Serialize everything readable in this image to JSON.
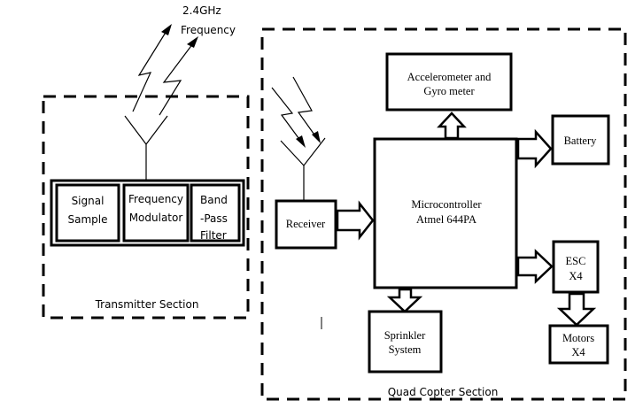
{
  "transmitter": {
    "section_label": "Transmitter Section",
    "frequency_line1": "2.4GHz",
    "frequency_line2": "Frequency",
    "blocks": [
      {
        "lines": [
          "Signal",
          "Sample"
        ]
      },
      {
        "lines": [
          "Frequency",
          "Modulator"
        ]
      },
      {
        "lines": [
          "Band",
          "-Pass",
          "Filter"
        ]
      }
    ]
  },
  "quadcopter": {
    "section_label": "Quad Copter Section",
    "receiver": "Receiver",
    "microcontroller": {
      "line1": "Microcontroller",
      "line2": "Atmel 644PA"
    },
    "accelerometer": {
      "line1": "Accelerometer and",
      "line2": "Gyro meter"
    },
    "battery": "Battery",
    "esc": {
      "line1": "ESC",
      "line2": "X4"
    },
    "motors": {
      "line1": "Motors",
      "line2": "X4"
    },
    "sprinkler": {
      "line1": "Sprinkler",
      "line2": "System"
    }
  }
}
